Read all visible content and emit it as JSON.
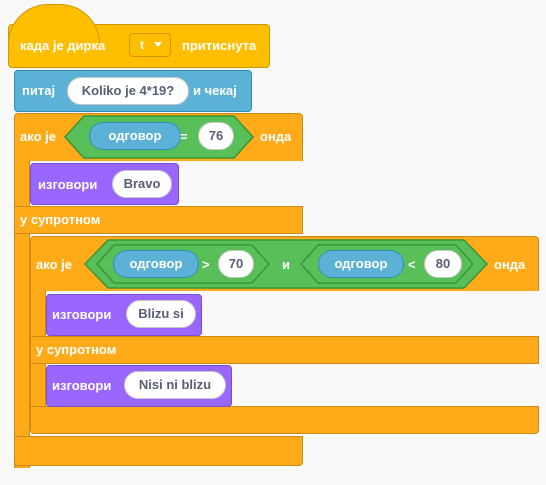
{
  "script": {
    "event": {
      "label_prefix": "када је дирка",
      "key": "t",
      "label_suffix": "притиснута"
    },
    "ask": {
      "label_prefix": "питај",
      "question": "Koliko je 4*19?",
      "label_suffix": "и чекај"
    },
    "if1": {
      "label_if": "ако је",
      "answer": "одговор",
      "operator": "=",
      "value": "76",
      "label_then": "онда"
    },
    "say_bravo": {
      "label": "изговори",
      "text": "Bravo"
    },
    "else1": {
      "label": "у супротном"
    },
    "if2": {
      "label_if": "ако је",
      "answer1": "одговор",
      "op1": ">",
      "value1": "70",
      "and_label": "и",
      "answer2": "одговор",
      "op2": "<",
      "value2": "80",
      "label_then": "онда"
    },
    "say_close": {
      "label": "изговори",
      "text": "Blizu si"
    },
    "else2": {
      "label": "у супротном"
    },
    "say_far": {
      "label": "изговори",
      "text": "Nisi ni blizu"
    }
  },
  "colors": {
    "events": "#ffbf00",
    "sensing": "#5cb1d6",
    "operators": "#59c059",
    "control": "#ffab19",
    "looks": "#9966ff"
  }
}
